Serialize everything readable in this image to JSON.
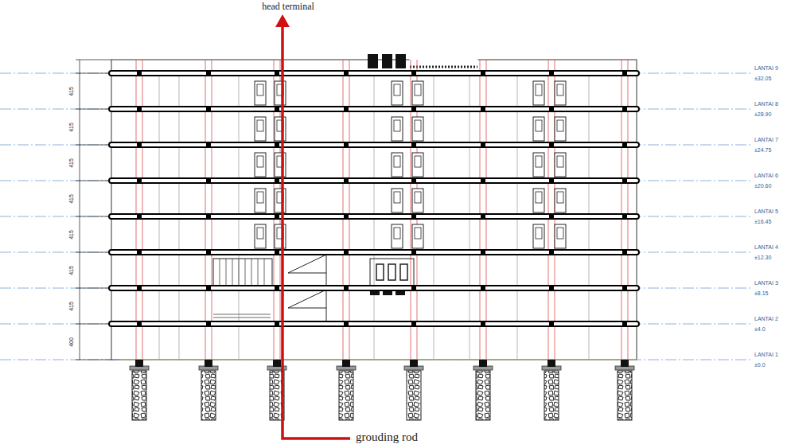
{
  "diagram": {
    "labels": [
      "head terminal",
      "LANTAI 9",
      "±32.05",
      "LANTAI 8",
      "±28.90",
      "LANTAI 7",
      "±24.75",
      "LANTAI 6",
      "±20.60",
      "LANTAI 5",
      "±16.45",
      "LANTAI 4",
      "±12.30",
      "LANTAI 3",
      "±8.15",
      "LANTAI 2",
      "±4.0",
      "LANTAI 1",
      "±0.0",
      "415",
      "415",
      "415",
      "415",
      "415",
      "415",
      "415",
      "400",
      "grouding rod"
    ]
  }
}
